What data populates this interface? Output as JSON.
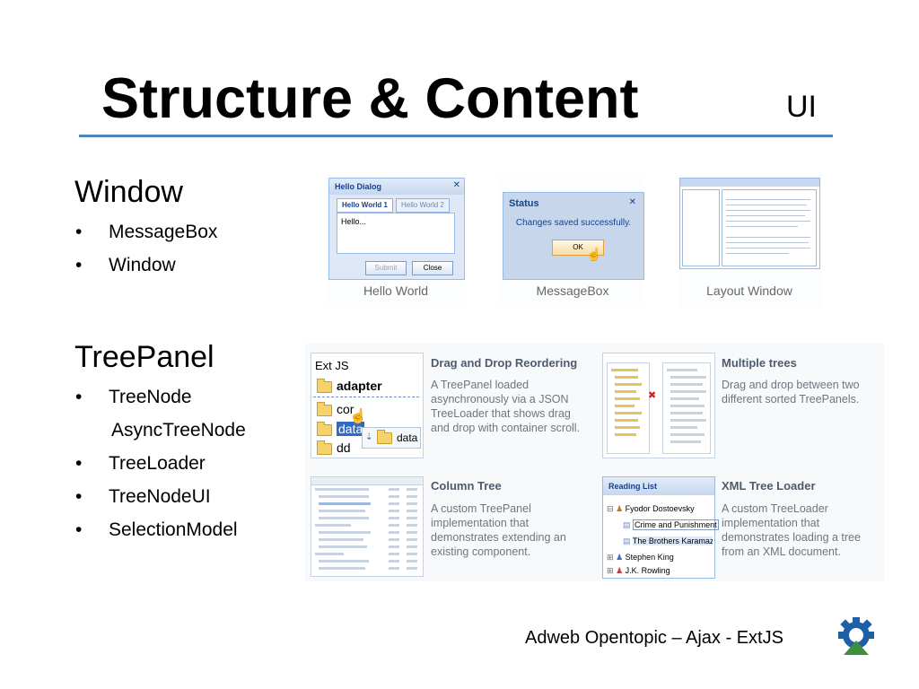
{
  "slide": {
    "title": "Structure & Content",
    "title_tag": "UI",
    "footer": "Adweb Opentopic – Ajax - ExtJS"
  },
  "window_section": {
    "heading": "Window",
    "items": [
      "MessageBox",
      "Window"
    ]
  },
  "treepanel_section": {
    "heading": "TreePanel",
    "items": [
      {
        "text": "TreeNode",
        "bullet": true
      },
      {
        "text": "AsyncTreeNode",
        "bullet": false
      },
      {
        "text": "TreeLoader",
        "bullet": true
      },
      {
        "text": "TreeNodeUI",
        "bullet": true
      },
      {
        "text": "SelectionModel",
        "bullet": true
      }
    ]
  },
  "window_thumbs": {
    "hello": {
      "caption": "Hello World",
      "title": "Hello Dialog",
      "tab1": "Hello World 1",
      "tab2": "Hello World 2",
      "body": "Hello...",
      "submit": "Submit",
      "close": "Close"
    },
    "messagebox": {
      "caption": "MessageBox",
      "title": "Status",
      "message": "Changes saved successfully.",
      "ok": "OK"
    },
    "layout": {
      "caption": "Layout Window"
    }
  },
  "tree_gallery": {
    "dnd": {
      "title": "Drag and Drop Reordering",
      "desc": "A TreePanel loaded asynchronously via a JSON TreeLoader that shows drag and drop with container scroll.",
      "root": "Ext JS",
      "nodes": [
        "adapter",
        "cor",
        "data",
        "dd"
      ],
      "drag_label": "data"
    },
    "multi": {
      "title": "Multiple trees",
      "desc": "Drag and drop between two different sorted TreePanels."
    },
    "column": {
      "title": "Column Tree",
      "desc": "A custom TreePanel implementation that demonstrates extending an existing component."
    },
    "xml": {
      "title": "XML Tree Loader",
      "desc": "A custom TreeLoader implementation that demonstrates loading a tree from an XML document.",
      "panel_title": "Reading List",
      "nodes": [
        "Fyodor Dostoevsky",
        "Crime and Punishment",
        "The Brothers Karamazov",
        "Stephen King",
        "J.K. Rowling"
      ]
    }
  },
  "colors": {
    "accent_rule": "#4f81bd",
    "ext_blue": "#15428b",
    "logo_blue": "#1f5fa6",
    "logo_green": "#3c8f3c"
  }
}
